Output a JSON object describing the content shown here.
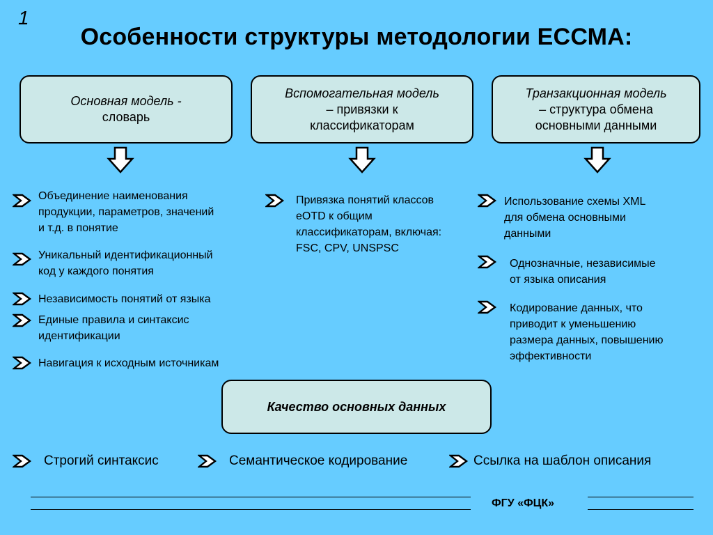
{
  "slide_number": "1",
  "title": "Особенности структуры методологии ЕССМА:",
  "models": [
    {
      "line1": "Основная модель -",
      "line2": "словарь",
      "line3": ""
    },
    {
      "line1": "Вспомогательная модель",
      "line2": "– привязки к",
      "line3": "классификаторам"
    },
    {
      "line1": "Транзакционная модель",
      "line2": "– структура обмена",
      "line3": "основными данными"
    }
  ],
  "col1": [
    {
      "lines": [
        "Объединение наименования",
        "продукции, параметров, значений",
        "и т.д. в понятие"
      ]
    },
    {
      "lines": [
        "Уникальный идентификационный",
        "код у каждого понятия"
      ]
    },
    {
      "lines": [
        "Независимость понятий от языка"
      ]
    },
    {
      "lines": [
        "Единые правила и синтаксис",
        "идентификации"
      ]
    },
    {
      "lines": [
        "Навигация к исходным источникам"
      ]
    }
  ],
  "col2": [
    {
      "lines": [
        "Привязка понятий классов",
        "eOTD к общим",
        "классификаторам, включая:",
        "FSC, CPV, UNSPSC"
      ]
    }
  ],
  "col3": [
    {
      "lines": [
        "Использование схемы XML",
        "для обмена основными",
        "данными"
      ]
    },
    {
      "lines": [
        "Однозначные, независимые",
        "от языка описания"
      ]
    },
    {
      "lines": [
        "Кодирование данных, что",
        "приводит к уменьшению",
        "размера данных, повышению",
        "эффективности"
      ]
    }
  ],
  "quality": "Качество основных данных",
  "bottom": [
    "Строгий синтаксис",
    "Семантическое кодирование",
    "Ссылка на шаблон описания"
  ],
  "footer": "ФГУ «ФЦК»"
}
